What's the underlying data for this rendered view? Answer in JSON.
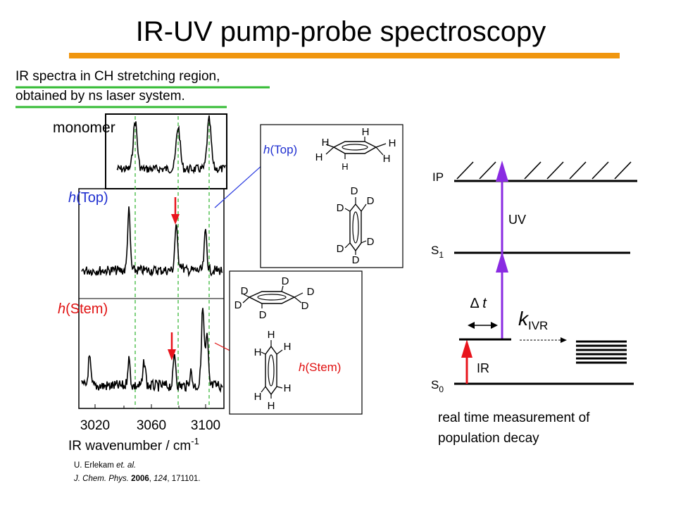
{
  "title": "IR-UV pump-probe spectroscopy",
  "note": {
    "line1": "IR spectra in CH stretching region,",
    "line2": "obtained by ns laser system."
  },
  "spectra": {
    "monomer_label": "monomer",
    "top_label_h": "h",
    "top_label_rest": "(Top)",
    "stem_label_h": "h",
    "stem_label_rest": "(Stem)",
    "ticks": [
      "3020",
      "3060",
      "3100"
    ],
    "axis_label": "IR wavenumber / cm",
    "axis_label_sup": "-1"
  },
  "citation": {
    "authors": "U. Erlekam ",
    "etal": "et. al.",
    "journal": "J. Chem. Phys. ",
    "year": "2006",
    "sep": ", ",
    "volume": "124",
    "pages": ", 171101."
  },
  "structures": {
    "top": {
      "label_h": "h",
      "label_rest": "(Top)",
      "ring1_atoms": [
        "H",
        "H",
        "H",
        "H",
        "H",
        "H"
      ],
      "ring2_atoms": [
        "D",
        "D",
        "D",
        "D",
        "D",
        "D"
      ]
    },
    "stem": {
      "label_h": "h",
      "label_rest": "(Stem)",
      "ring1_atoms": [
        "D",
        "D",
        "D",
        "D",
        "D",
        "D"
      ],
      "ring2_atoms": [
        "H",
        "H",
        "H",
        "H",
        "H",
        "H"
      ]
    }
  },
  "energy": {
    "ip": "IP",
    "s1": "S",
    "s1_sub": "1",
    "s0": "S",
    "s0_sub": "0",
    "uv": "UV",
    "ir": "IR",
    "delta": "∆",
    "t": "t",
    "k": "k",
    "k_sub": "IVR",
    "caption_line1": "real time measurement of",
    "caption_line2": "population decay"
  },
  "colors": {
    "orange": "#f0960f",
    "green": "#33bb33",
    "blue_text": "#1f2fd0",
    "red_text": "#e01010",
    "purple": "#8a2be2",
    "arrow_red": "#e8141c",
    "connector_blue": "#2a3be0",
    "dash_green": "#3cb83c"
  }
}
